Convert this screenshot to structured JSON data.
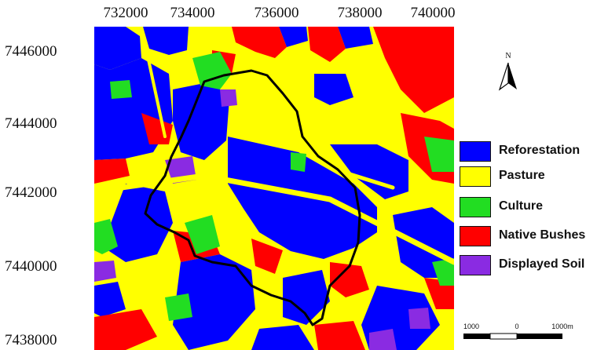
{
  "axes": {
    "x_ticks": [
      "732000",
      "734000",
      "736000",
      "738000",
      "740000"
    ],
    "y_ticks": [
      "7446000",
      "7444000",
      "7442000",
      "7440000",
      "7438000"
    ]
  },
  "north_arrow": {
    "label": "N"
  },
  "legend": [
    {
      "label": "Reforestation",
      "color": "#0000ff"
    },
    {
      "label": "Pasture",
      "color": "#ffff00"
    },
    {
      "label": "Culture",
      "color": "#22dd22"
    },
    {
      "label": "Native Bushes",
      "color": "#ff0000"
    },
    {
      "label": "Displayed Soil",
      "color": "#8a2be2"
    }
  ],
  "scale_bar": {
    "labels": [
      "1000",
      "0",
      "1000m"
    ]
  }
}
